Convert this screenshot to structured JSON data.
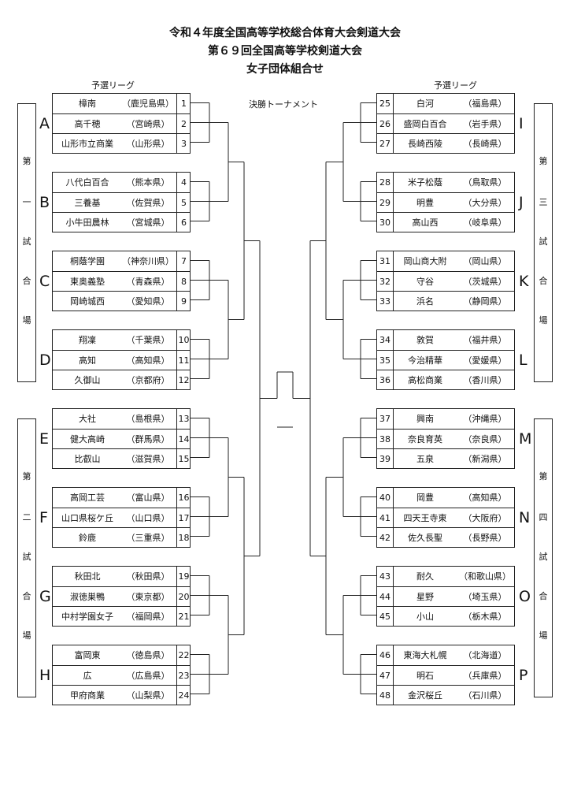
{
  "header": {
    "line1": "令和４年度全国高等学校総合体育大会剣道大会",
    "line2": "第６９回全国高等学校剣道大会",
    "line3": "女子団体組合せ"
  },
  "labels": {
    "prelim_left": "予選リーグ",
    "prelim_right": "予選リーグ",
    "final": "決勝トーナメント"
  },
  "venues": [
    {
      "id": "1",
      "chars": [
        "第",
        "一",
        "試",
        "合",
        "場"
      ]
    },
    {
      "id": "2",
      "chars": [
        "第",
        "二",
        "試",
        "合",
        "場"
      ]
    },
    {
      "id": "3",
      "chars": [
        "第",
        "三",
        "試",
        "合",
        "場"
      ]
    },
    {
      "id": "4",
      "chars": [
        "第",
        "四",
        "試",
        "合",
        "場"
      ]
    }
  ],
  "groups": [
    {
      "letter": "A",
      "teams": [
        {
          "num": "1",
          "name": "樟南",
          "pref": "（鹿児島県）"
        },
        {
          "num": "2",
          "name": "高千穂",
          "pref": "（宮崎県）"
        },
        {
          "num": "3",
          "name": "山形市立商業",
          "pref": "（山形県）"
        }
      ]
    },
    {
      "letter": "B",
      "teams": [
        {
          "num": "4",
          "name": "八代白百合",
          "pref": "（熊本県）"
        },
        {
          "num": "5",
          "name": "三養基",
          "pref": "（佐賀県）"
        },
        {
          "num": "6",
          "name": "小牛田農林",
          "pref": "（宮城県）"
        }
      ]
    },
    {
      "letter": "C",
      "teams": [
        {
          "num": "7",
          "name": "桐蔭学園",
          "pref": "（神奈川県）"
        },
        {
          "num": "8",
          "name": "東奥義塾",
          "pref": "（青森県）"
        },
        {
          "num": "9",
          "name": "岡崎城西",
          "pref": "（愛知県）"
        }
      ]
    },
    {
      "letter": "D",
      "teams": [
        {
          "num": "10",
          "name": "翔凜",
          "pref": "（千葉県）"
        },
        {
          "num": "11",
          "name": "高知",
          "pref": "（高知県）"
        },
        {
          "num": "12",
          "name": "久御山",
          "pref": "（京都府）"
        }
      ]
    },
    {
      "letter": "E",
      "teams": [
        {
          "num": "13",
          "name": "大社",
          "pref": "（島根県）"
        },
        {
          "num": "14",
          "name": "健大高崎",
          "pref": "（群馬県）"
        },
        {
          "num": "15",
          "name": "比叡山",
          "pref": "（滋賀県）"
        }
      ]
    },
    {
      "letter": "F",
      "teams": [
        {
          "num": "16",
          "name": "高岡工芸",
          "pref": "（富山県）"
        },
        {
          "num": "17",
          "name": "山口県桜ケ丘",
          "pref": "（山口県）"
        },
        {
          "num": "18",
          "name": "鈴鹿",
          "pref": "（三重県）"
        }
      ]
    },
    {
      "letter": "G",
      "teams": [
        {
          "num": "19",
          "name": "秋田北",
          "pref": "（秋田県）"
        },
        {
          "num": "20",
          "name": "淑徳巣鴨",
          "pref": "（東京都）"
        },
        {
          "num": "21",
          "name": "中村学園女子",
          "pref": "（福岡県）"
        }
      ]
    },
    {
      "letter": "H",
      "teams": [
        {
          "num": "22",
          "name": "富岡東",
          "pref": "（徳島県）"
        },
        {
          "num": "23",
          "name": "広",
          "pref": "（広島県）"
        },
        {
          "num": "24",
          "name": "甲府商業",
          "pref": "（山梨県）"
        }
      ]
    },
    {
      "letter": "I",
      "teams": [
        {
          "num": "25",
          "name": "白河",
          "pref": "（福島県）"
        },
        {
          "num": "26",
          "name": "盛岡白百合",
          "pref": "（岩手県）"
        },
        {
          "num": "27",
          "name": "長崎西陵",
          "pref": "（長崎県）"
        }
      ]
    },
    {
      "letter": "J",
      "teams": [
        {
          "num": "28",
          "name": "米子松蔭",
          "pref": "（鳥取県）"
        },
        {
          "num": "29",
          "name": "明豊",
          "pref": "（大分県）"
        },
        {
          "num": "30",
          "name": "高山西",
          "pref": "（岐阜県）"
        }
      ]
    },
    {
      "letter": "K",
      "teams": [
        {
          "num": "31",
          "name": "岡山商大附",
          "pref": "（岡山県）"
        },
        {
          "num": "32",
          "name": "守谷",
          "pref": "（茨城県）"
        },
        {
          "num": "33",
          "name": "浜名",
          "pref": "（静岡県）"
        }
      ]
    },
    {
      "letter": "L",
      "teams": [
        {
          "num": "34",
          "name": "敦賀",
          "pref": "（福井県）"
        },
        {
          "num": "35",
          "name": "今治精華",
          "pref": "（愛媛県）"
        },
        {
          "num": "36",
          "name": "高松商業",
          "pref": "（香川県）"
        }
      ]
    },
    {
      "letter": "M",
      "teams": [
        {
          "num": "37",
          "name": "興南",
          "pref": "（沖縄県）"
        },
        {
          "num": "38",
          "name": "奈良育英",
          "pref": "（奈良県）"
        },
        {
          "num": "39",
          "name": "五泉",
          "pref": "（新潟県）"
        }
      ]
    },
    {
      "letter": "N",
      "teams": [
        {
          "num": "40",
          "name": "岡豊",
          "pref": "（高知県）"
        },
        {
          "num": "41",
          "name": "四天王寺東",
          "pref": "（大阪府）"
        },
        {
          "num": "42",
          "name": "佐久長聖",
          "pref": "（長野県）"
        }
      ]
    },
    {
      "letter": "O",
      "teams": [
        {
          "num": "43",
          "name": "耐久",
          "pref": "（和歌山県）"
        },
        {
          "num": "44",
          "name": "星野",
          "pref": "（埼玉県）"
        },
        {
          "num": "45",
          "name": "小山",
          "pref": "（栃木県）"
        }
      ]
    },
    {
      "letter": "P",
      "teams": [
        {
          "num": "46",
          "name": "東海大札幌",
          "pref": "（北海道）"
        },
        {
          "num": "47",
          "name": "明石",
          "pref": "（兵庫県）"
        },
        {
          "num": "48",
          "name": "金沢桜丘",
          "pref": "（石川県）"
        }
      ]
    }
  ]
}
